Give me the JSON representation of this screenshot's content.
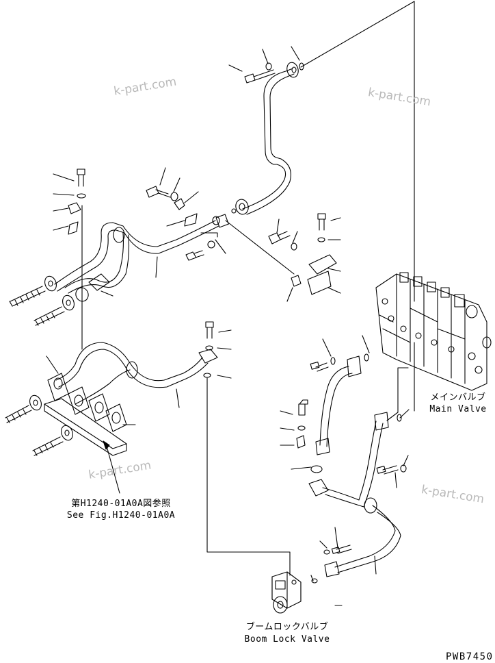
{
  "labels": {
    "main_valve_jp": "メインバルブ",
    "main_valve_en": "Main Valve",
    "boom_lock_jp": "ブームロックバルブ",
    "boom_lock_en": "Boom Lock Valve",
    "ref_jp": "第H1240-01A0A図参照",
    "ref_en": "See Fig.H1240-01A0A",
    "drawing_code": "PWB7450"
  },
  "watermarks": [
    "k-part.com",
    "k-part.com",
    "k-part.com",
    "k-part.com"
  ]
}
